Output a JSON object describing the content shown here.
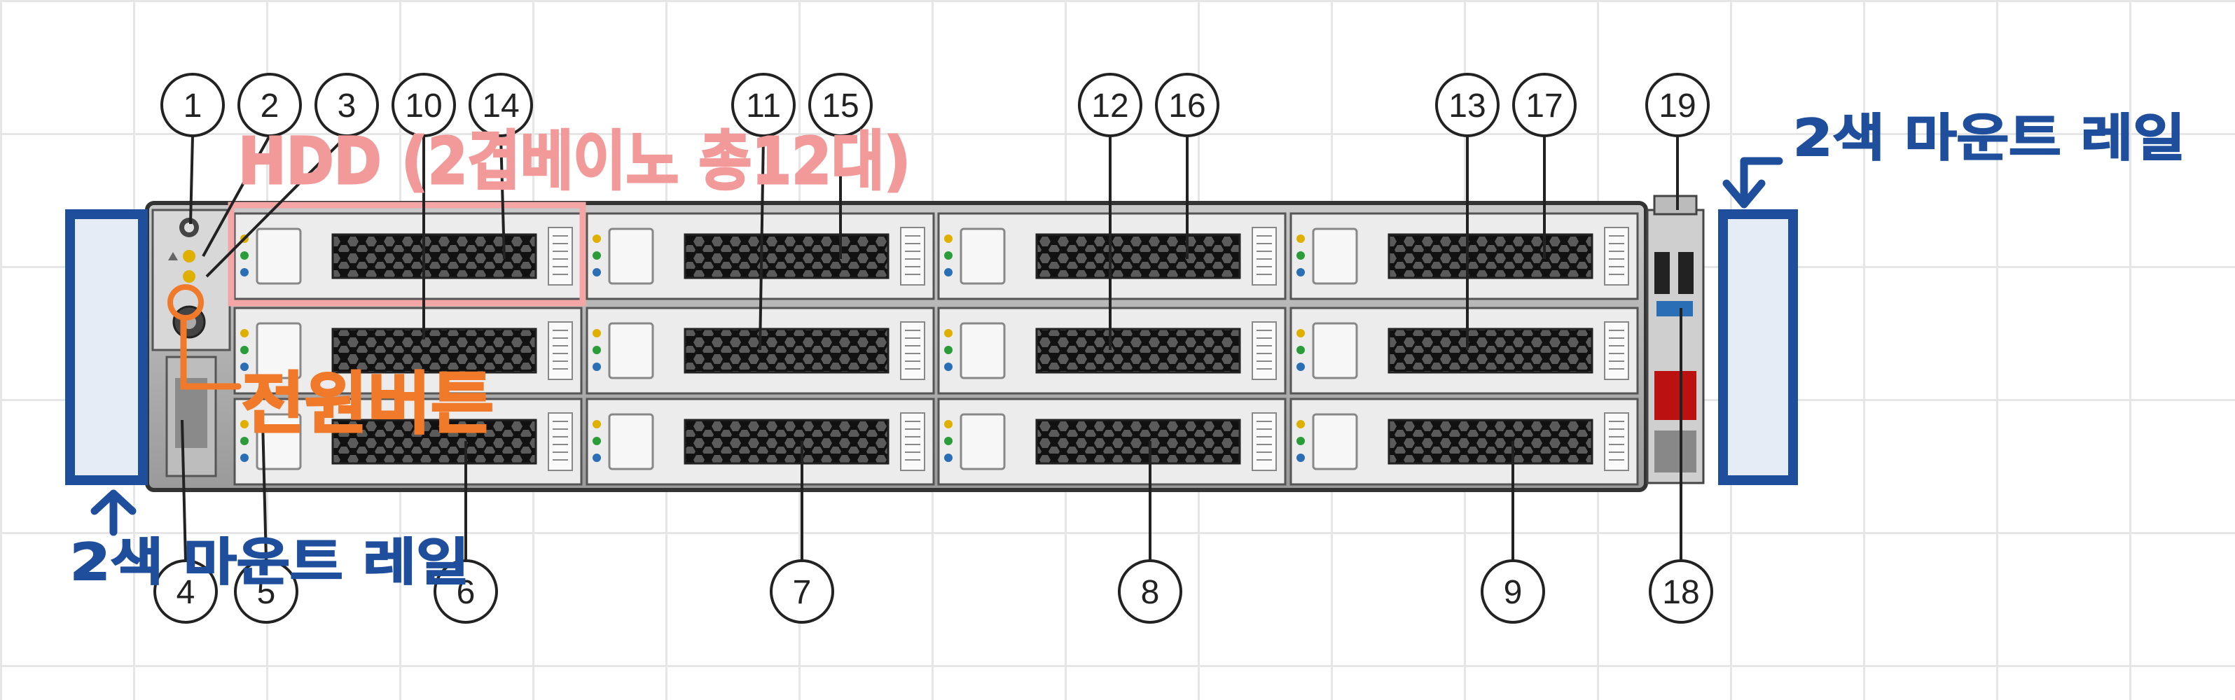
{
  "figure": {
    "callouts_top": [
      "1",
      "2",
      "3",
      "10",
      "14",
      "11",
      "15",
      "12",
      "16",
      "13",
      "17",
      "19"
    ],
    "callouts_bottom": [
      "4",
      "5",
      "6",
      "7",
      "8",
      "9",
      "18"
    ]
  },
  "annotations": {
    "hdd_note": "HDD (2겹베이노 총12대)",
    "power_button_note": "전원버튼",
    "rack_rail_right": "2색 마운트 레일",
    "rack_rail_left": "2색 마운트 레일"
  },
  "colors": {
    "hdd_note": "#f29a9a",
    "power_note": "#f07a2a",
    "rail": "#1f4e9c",
    "rail_fill": "#e6ecf6"
  },
  "icons": [
    "power-button-icon",
    "locator-led-icon",
    "service-led-icon",
    "drive-status-led-icon"
  ]
}
